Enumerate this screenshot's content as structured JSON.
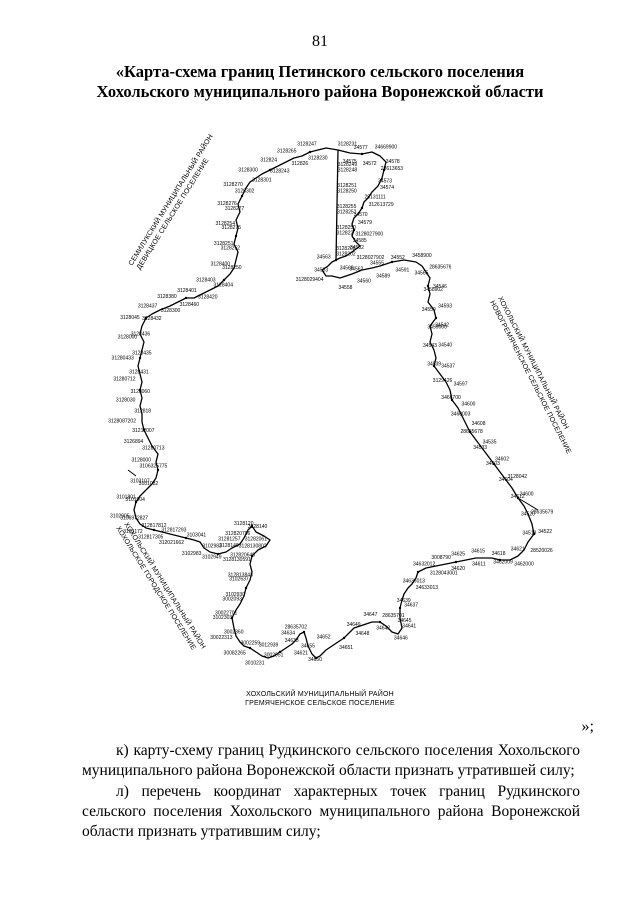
{
  "page": {
    "number": "81"
  },
  "title": {
    "line1": "«Карта-схема границ Петинского сельского поселения",
    "line2": "Хохольского муниципального района Воронежской области"
  },
  "map": {
    "labels": {
      "west_line1": "СЕМИЛУКСКИЙ МУНИЦИПАЛЬНЫЙ РАЙОН",
      "west_line2": "ДЕВИЦКОЕ СЕЛЬСКОЕ ПОСЕЛЕНИЕ",
      "east_line1": "ХОХОЛЬСКИЙ МУНИЦИПАЛЬНЫЙ РАЙОН",
      "east_line2": "НОВОГРЕМЯЧЕНСКОЕ СЕЛЬСКОЕ ПОСЕЛЕНИЕ",
      "southwest_line1": "ХОХОЛЬСКИЙ МУНИЦИПАЛЬНЫЙ РАЙОН",
      "southwest_line2": "ХОХОЛЬСКОЕ ГОРОДСКОЕ ПОСЕЛЕНИЕ",
      "south_line1": "ХОХОЛЬСКИЙ МУНИЦИПАЛЬНЫЙ РАЙОН",
      "south_line2": "ГРЕМЯЧЕНСКОЕ СЕЛЬСКОЕ ПОСЕЛЕНИЕ"
    },
    "point_labels": [
      "34575",
      "34577",
      "34572",
      "34669900",
      "28613653",
      "34578",
      "34574",
      "34573",
      "312613729",
      "28131111",
      "34579",
      "34570",
      "34585",
      "3128027900",
      "3128027902",
      "34582",
      "34568",
      "34563",
      "3128029404",
      "34583",
      "34558",
      "34562",
      "34560",
      "34555",
      "34589",
      "34552",
      "34591",
      "3458900",
      "34565",
      "28635676",
      "3458902",
      "34546",
      "34559",
      "34593",
      "3459000",
      "34542",
      "34543",
      "34540",
      "34539",
      "34537",
      "3129426",
      "34597",
      "3466700",
      "34600",
      "3460003",
      "34608",
      "28635678",
      "34535",
      "34533",
      "34602",
      "34603",
      "3128042",
      "34604",
      "34600",
      "34612",
      "28635679",
      "34520",
      "34522",
      "34518",
      "28520026",
      "34621",
      "3462000",
      "34618",
      "3462009",
      "34615",
      "34611",
      "34625",
      "34620",
      "3008790",
      "3128043001",
      "34632012",
      "34633013",
      "34636013",
      "34637",
      "34639",
      "34641",
      "34645",
      "34646",
      "28635701",
      "34642",
      "34647",
      "34648",
      "34649",
      "34651",
      "34652",
      "34650",
      "34655",
      "34621",
      "28635702",
      "34633",
      "34634",
      "3002051",
      "3012939",
      "3010231",
      "3002259",
      "30082265",
      "3002360",
      "30022313",
      "30022701",
      "3102303",
      "3102930",
      "3002093",
      "312813843",
      "3102637",
      "312820646",
      "3128130591",
      "31282061",
      "3128130802",
      "3128140",
      "312820796",
      "3128120",
      "3128140",
      "31281257",
      "3102949",
      "3102983",
      "3102983",
      "3103041",
      "312021662",
      "312817293",
      "312817305",
      "312817812",
      "3103172",
      "3106972827",
      "3102905",
      "3101904",
      "3101801",
      "3101082",
      "3103107",
      "3106325775",
      "3128000",
      "31280713",
      "3126894",
      "31212007",
      "3128087202",
      "312818",
      "3128030",
      "3128060",
      "31280712",
      "3128431",
      "31280433",
      "3128435",
      "3128000",
      "3128436",
      "3128045",
      "3128432",
      "3128437",
      "3128300",
      "3128380",
      "3128460",
      "3128401",
      "3128420",
      "3128403",
      "3128404",
      "3128400",
      "3128250",
      "3128251",
      "3128252",
      "3128254",
      "3128275",
      "3128276",
      "3128277",
      "3128270",
      "3128302",
      "3128300",
      "3128301",
      "312824",
      "3128243",
      "3128265",
      "312826",
      "3128247",
      "3128230",
      "3128231",
      "3128248",
      "3128249",
      "3128250",
      "3128251",
      "3128252",
      "3128255",
      "312822",
      "3128250",
      "3128202",
      "3128208"
    ]
  },
  "quote_end": "»;",
  "paragraphs": {
    "k": "к) карту-схему границ Рудкинского сельского поселения Хохольского муниципального района Воронежской области признать утратившей силу;",
    "l": "л) перечень координат характерных точек границ Рудкинского сельского поселения Хохольского муниципального района Воронежской области признать утратившим силу;"
  }
}
